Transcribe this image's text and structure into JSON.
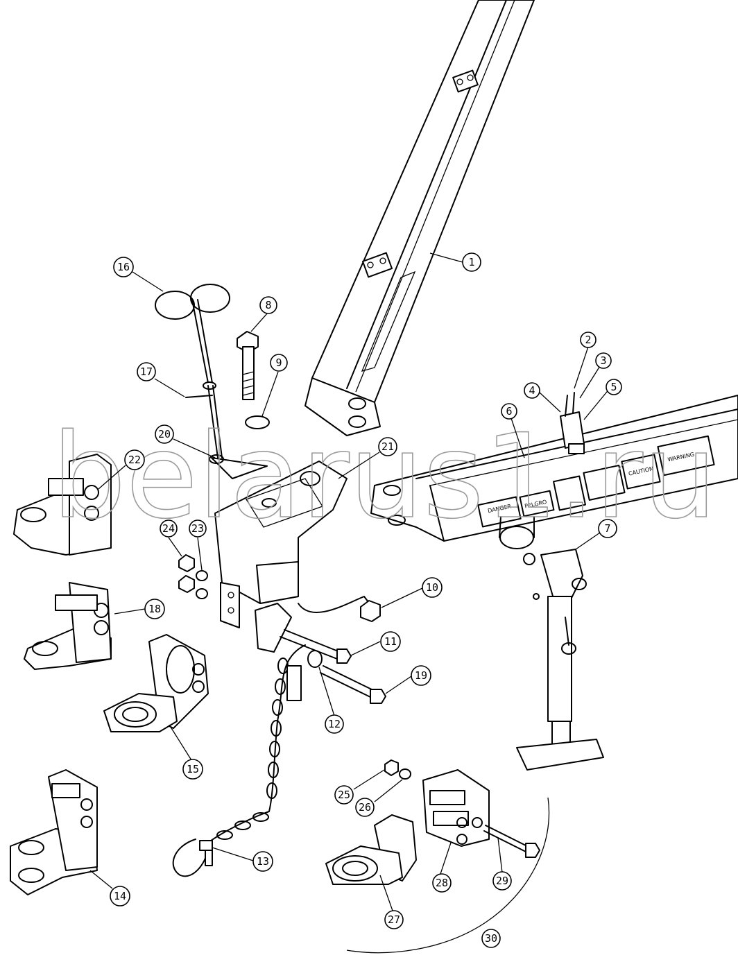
{
  "watermark": "belarus1.ru",
  "decals": {
    "warning": "WARNING",
    "caution": "CAUTION",
    "danger": "DANGER",
    "pelgro": "PELGRO"
  },
  "callouts": [
    "1",
    "2",
    "3",
    "4",
    "5",
    "6",
    "7",
    "8",
    "9",
    "10",
    "11",
    "12",
    "13",
    "14",
    "15",
    "16",
    "17",
    "18",
    "19",
    "20",
    "21",
    "22",
    "23",
    "24",
    "25",
    "26",
    "27",
    "28",
    "29",
    "30"
  ]
}
